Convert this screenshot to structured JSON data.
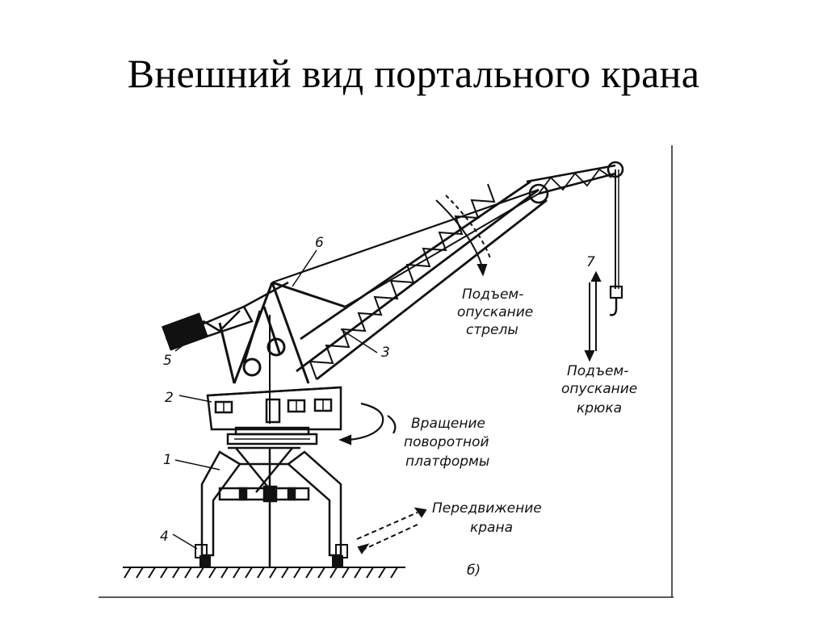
{
  "slide": {
    "title": "Внешний вид портального крана"
  },
  "diagram": {
    "part_numbers": {
      "n1": "1",
      "n2": "2",
      "n3": "3",
      "n4": "4",
      "n5": "5",
      "n6": "6",
      "n7": "7"
    },
    "labels": {
      "boom_lift_l1": "Подъем-",
      "boom_lift_l2": "опускание",
      "boom_lift_l3": "стрелы",
      "hook_lift_l1": "Подъем-",
      "hook_lift_l2": "опускание",
      "hook_lift_l3": "крюка",
      "rotation_l1": "Вращение",
      "rotation_l2": "поворотной",
      "rotation_l3": "платформы",
      "travel_l1": "Передвижение",
      "travel_l2": "крана",
      "figure_letter": "б)"
    }
  }
}
